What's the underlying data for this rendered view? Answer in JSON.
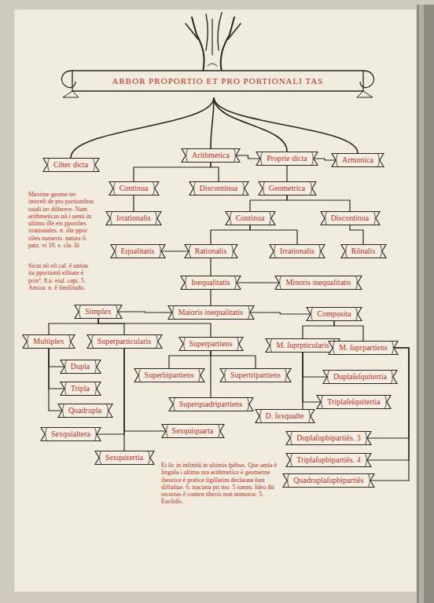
{
  "diagram": {
    "title": "ARBOR PROPORTIO ET PRO PORTIONALI TAS",
    "nodes": [
      {
        "text": [
          "Cōter dicta"
        ]
      },
      {
        "text": [
          "Arithmetica"
        ]
      },
      {
        "text": [
          "Proprie dicta"
        ]
      },
      {
        "text": [
          "Armonica"
        ]
      },
      {
        "text": [
          "Continua"
        ]
      },
      {
        "text": [
          "Discontinua"
        ]
      },
      {
        "text": [
          "Geometrica"
        ]
      },
      {
        "text": [
          "Irrationalis"
        ]
      },
      {
        "text": [
          "Continua"
        ]
      },
      {
        "text": [
          "Discontinua"
        ]
      },
      {
        "text": [
          "Equalitatis"
        ]
      },
      {
        "text": [
          "Rationalis"
        ]
      },
      {
        "text": [
          "Irrationalis"
        ]
      },
      {
        "text": [
          "Rōnalis"
        ]
      },
      {
        "text": [
          "Inequalitatis"
        ]
      },
      {
        "text": [
          "Minoris inequalitatis"
        ]
      },
      {
        "text": [
          "Simplex"
        ]
      },
      {
        "text": [
          "Maioris inequalitatis"
        ]
      },
      {
        "text": [
          "Composita"
        ]
      },
      {
        "text": [
          "Multiplex"
        ]
      },
      {
        "text": [
          "Superparticularis"
        ]
      },
      {
        "text": [
          "Superpartiens"
        ]
      },
      {
        "text": [
          "M. ſuprpticularis"
        ]
      },
      {
        "text": [
          "M. ſuprpartiens"
        ]
      },
      {
        "text": [
          "Dupla"
        ]
      },
      {
        "text": [
          "Quadrupla"
        ]
      },
      {
        "text": [
          "Superbipartiens"
        ]
      },
      {
        "text": [
          "Supertripartiens"
        ]
      },
      {
        "text": [
          "Duplaſeſquitertia"
        ]
      },
      {
        "text": [
          "Tripla"
        ]
      },
      {
        "text": [
          "D. ſexqualte"
        ]
      },
      {
        "text": [
          "Triplaſeſquitertia"
        ]
      },
      {
        "text": [
          "Superquadripartiens"
        ]
      },
      {
        "text": [
          "Sexquialtera"
        ]
      },
      {
        "text": [
          "Sexquiquarta"
        ]
      },
      {
        "text": [
          "Duplaſupbipartiēs. 3"
        ]
      },
      {
        "text": [
          "Sexquitertia"
        ]
      },
      {
        "text": [
          "Triplaſupbipartiēs. 4"
        ]
      },
      {
        "text": [
          "Quadruplaſupbipartiēs"
        ]
      }
    ],
    "edges": [
      {
        "from": 2,
        "to": 1,
        "arrow": "none"
      },
      {
        "from": 2,
        "to": 3,
        "arrow": "none"
      },
      {
        "from": 2,
        "to": 6,
        "arrow": "none"
      },
      {
        "from": 1,
        "to": 4,
        "arrow": "none"
      },
      {
        "from": 1,
        "to": 5,
        "arrow": "none"
      },
      {
        "from": 4,
        "to": 7,
        "arrow": "none"
      },
      {
        "from": 6,
        "to": 8,
        "arrow": "none"
      },
      {
        "from": 6,
        "to": 9,
        "arrow": "none"
      },
      {
        "from": 8,
        "to": 11,
        "arrow": "none"
      },
      {
        "from": 8,
        "to": 12,
        "arrow": "none"
      },
      {
        "from": 9,
        "to": 13,
        "arrow": "none"
      },
      {
        "from": 11,
        "to": 10,
        "arrow": "none"
      },
      {
        "from": 11,
        "to": 14,
        "arrow": "none"
      },
      {
        "from": 14,
        "to": 15,
        "arrow": "none"
      },
      {
        "from": 14,
        "to": 17,
        "arrow": "none"
      },
      {
        "from": 17,
        "to": 16,
        "arrow": "none"
      },
      {
        "from": 17,
        "to": 18,
        "arrow": "none"
      },
      {
        "from": 16,
        "to": 19,
        "arrow": "none"
      },
      {
        "from": 16,
        "to": 20,
        "arrow": "none"
      },
      {
        "from": 16,
        "to": 21,
        "arrow": "none"
      },
      {
        "from": 18,
        "to": 22,
        "arrow": "none"
      },
      {
        "from": 18,
        "to": 23,
        "arrow": "none"
      },
      {
        "from": 19,
        "to": 24,
        "arrow": "none"
      },
      {
        "from": 19,
        "to": 29,
        "arrow": "none"
      },
      {
        "from": 19,
        "to": 25,
        "arrow": "none"
      },
      {
        "from": 20,
        "to": 33,
        "arrow": "none"
      },
      {
        "from": 20,
        "to": 34,
        "arrow": "none"
      },
      {
        "from": 20,
        "to": 36,
        "arrow": "none"
      },
      {
        "from": 21,
        "to": 26,
        "arrow": "none"
      },
      {
        "from": 21,
        "to": 27,
        "arrow": "none"
      },
      {
        "from": 21,
        "to": 32,
        "arrow": "none"
      },
      {
        "from": 22,
        "to": 28,
        "arrow": "none"
      },
      {
        "from": 22,
        "to": 31,
        "arrow": "none"
      },
      {
        "from": 22,
        "to": 30,
        "arrow": "none"
      },
      {
        "from": 23,
        "to": 35,
        "arrow": "none"
      },
      {
        "from": 23,
        "to": 37,
        "arrow": "none"
      },
      {
        "from": 23,
        "to": 38,
        "arrow": "none"
      }
    ],
    "labels": [
      "Maxime geome ter intereſt de pro portionibus totali ter diſſerere. Nam arithmeticus nõ i uenit in ultimo ille eis pportões irrationales. n. iſte ppor tiões numeris. natura ſi patz. vt 10. e. cla. lõ",
      "Sicut nõ eſt caſ. ē unitas ita pportionū eſſitate ē prin°. 8.a. eiuſ. capi. 5. Amica. n. ē ſimilitudo.",
      "Et ſic in infinitū in ultimis ſpēbus. Que omīa ē ſingula i ultima nra arithmetice ē geometrie theorice ē pratice ſigillatim declarata ſunt diffuſiue. 6. tractatu pri mo. 5 tomm. Ideo ibi recurras ē conten tiberis non immoror. 5. Euclidis."
    ]
  }
}
